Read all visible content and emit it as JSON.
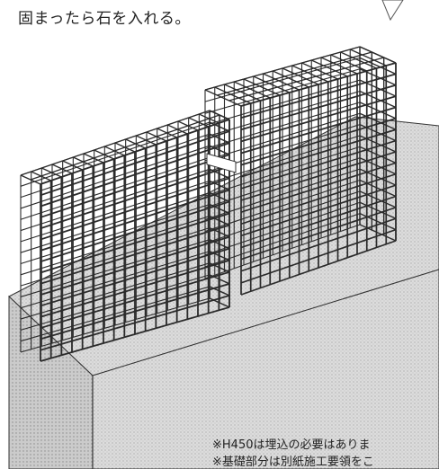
{
  "captions": {
    "top": "固まったら石を入れる。"
  },
  "notes": [
    "※H450は埋込の必要はありま",
    "※基礎部分は別紙施工要領をこ"
  ],
  "colors": {
    "wire": "#2b2b2b",
    "foundation_fill": "#d9d9d9",
    "foundation_top": "#cfcfcf",
    "foundation_side": "#bdbdbd",
    "outline": "#333333",
    "tag": "#ffffff"
  },
  "icons": {
    "callout": "callout-pointer-icon",
    "tag": "label-tag-icon"
  }
}
